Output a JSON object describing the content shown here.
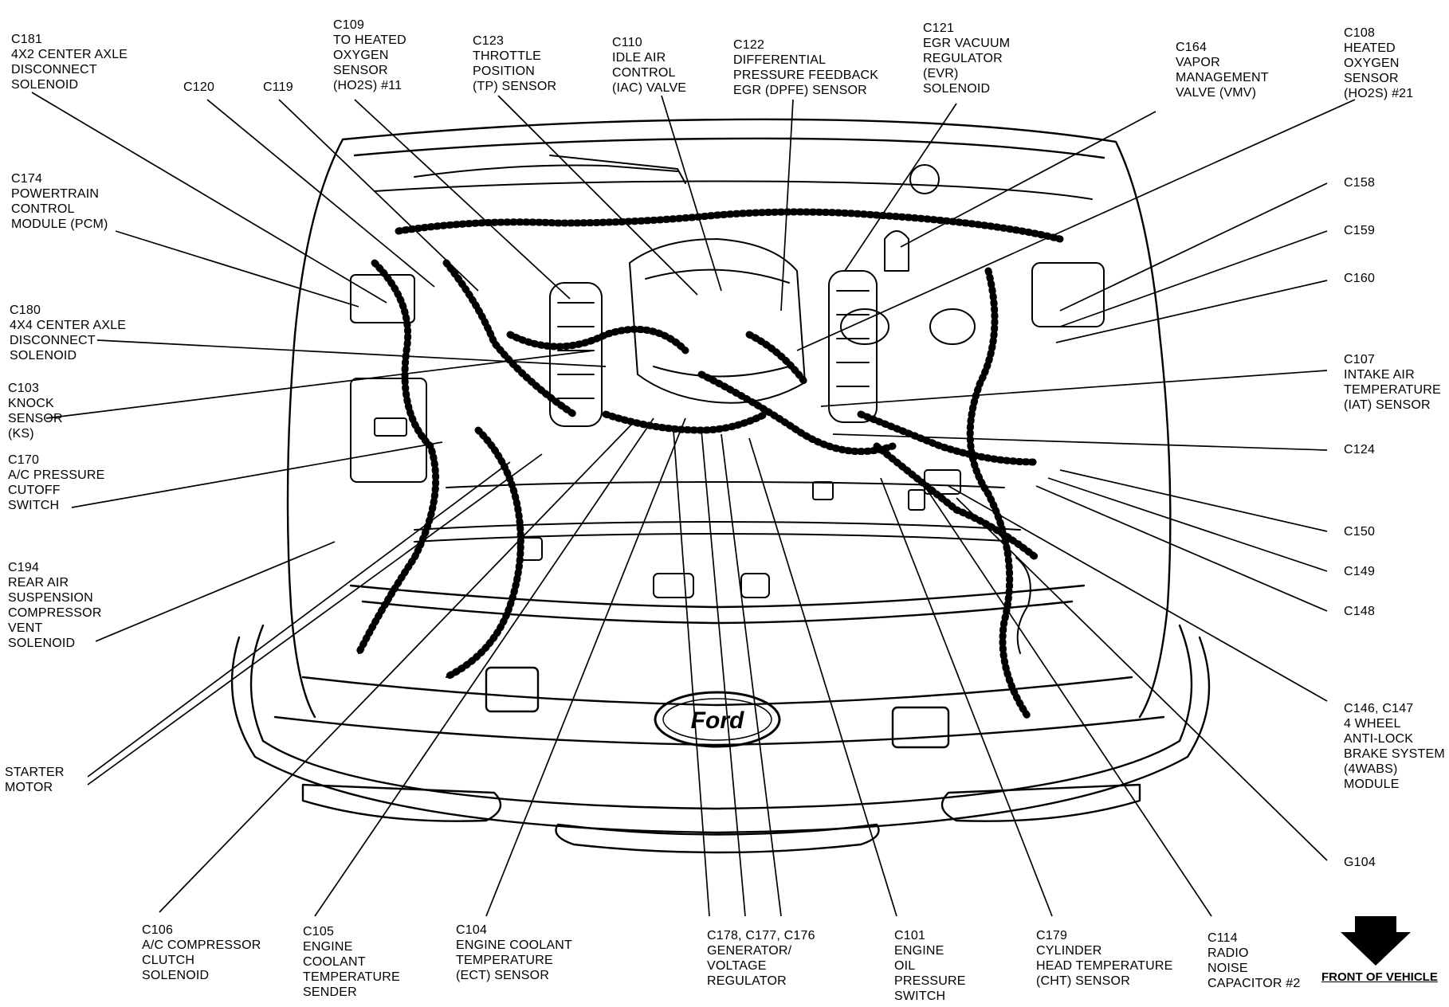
{
  "diagram": {
    "labels": {
      "c181": "C181\n4X2 CENTER AXLE\nDISCONNECT\nSOLENOID",
      "c120": "C120",
      "c119": "C119",
      "c109": "C109\nTO HEATED\nOXYGEN\nSENSOR\n(HO2S) #11",
      "c123": "C123\nTHROTTLE\nPOSITION\n(TP) SENSOR",
      "c110": "C110\nIDLE AIR\nCONTROL\n(IAC) VALVE",
      "c122": "C122\nDIFFERENTIAL\nPRESSURE  FEEDBACK\nEGR (DPFE) SENSOR",
      "c121": "C121\nEGR VACUUM\nREGULATOR\n(EVR)\nSOLENOID",
      "c164": "C164\nVAPOR\nMANAGEMENT\nVALVE (VMV)",
      "c108": "C108\nHEATED\nOXYGEN\nSENSOR\n(HO2S) #21",
      "c174": "C174\nPOWERTRAIN\nCONTROL\nMODULE (PCM)",
      "c158": "C158",
      "c159": "C159",
      "c160": "C160",
      "c180": "C180\n4X4 CENTER AXLE\nDISCONNECT\nSOLENOID",
      "c107": "C107\nINTAKE AIR\nTEMPERATURE\n(IAT) SENSOR",
      "c103": "C103\nKNOCK\nSENSOR\n(KS)",
      "c124": "C124",
      "c170": "C170\nA/C PRESSURE\nCUTOFF\nSWITCH",
      "c150": "C150",
      "c149": "C149",
      "c194": "C194\nREAR AIR\nSUSPENSION\nCOMPRESSOR\nVENT\nSOLENOID",
      "c148": "C148",
      "c146": "C146, C147\n4 WHEEL\nANTI-LOCK\nBRAKE SYSTEM\n(4WABS)\nMODULE",
      "starter": "STARTER\nMOTOR",
      "g104": "G104",
      "c106": "C106\nA/C COMPRESSOR\nCLUTCH\nSOLENOID",
      "c105": "C105\nENGINE\nCOOLANT\nTEMPERATURE\nSENDER",
      "c104": "C104\nENGINE COOLANT\nTEMPERATURE\n(ECT) SENSOR",
      "c178": "C178, C177, C176\nGENERATOR/\nVOLTAGE\nREGULATOR",
      "c101": "C101\nENGINE\nOIL\nPRESSURE\nSWITCH",
      "c179": "C179\nCYLINDER\nHEAD TEMPERATURE\n(CHT) SENSOR",
      "c114": "C114\nRADIO\nNOISE\nCAPACITOR #2"
    },
    "front_of_vehicle": "FRONT OF VEHICLE",
    "emblem": "Ford"
  }
}
